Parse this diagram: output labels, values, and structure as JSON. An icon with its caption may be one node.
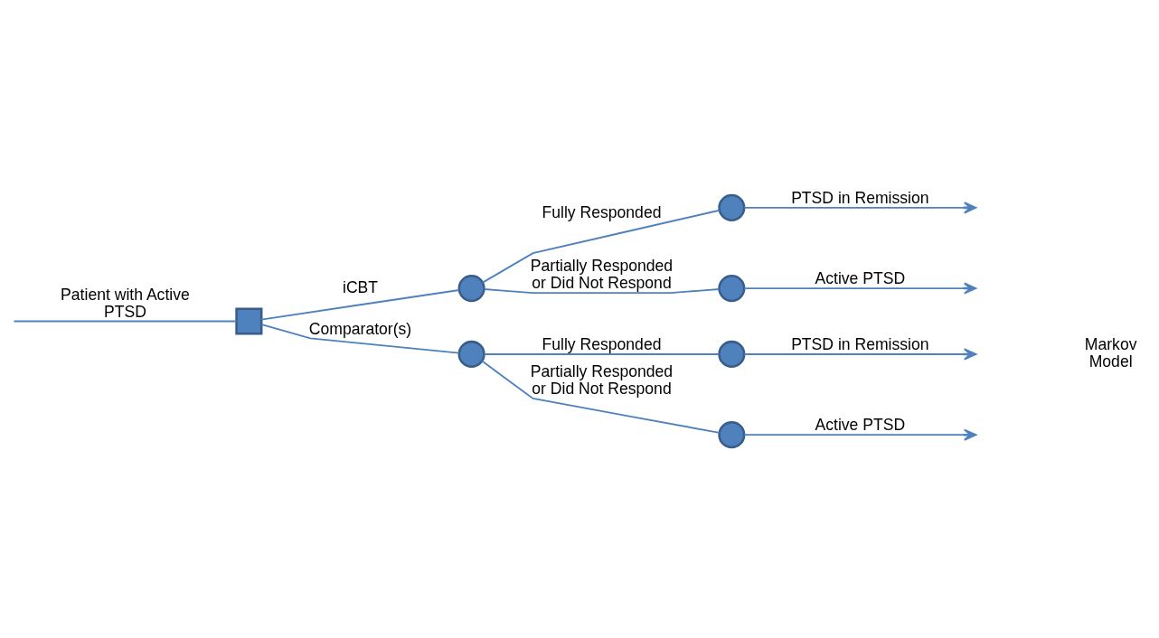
{
  "diagram": {
    "nodes": [
      {
        "text": [],
        "shape": "box"
      },
      {
        "text": [],
        "shape": "circle"
      },
      {
        "text": [],
        "shape": "circle"
      },
      {
        "text": [],
        "shape": "circle"
      },
      {
        "text": [],
        "shape": "circle"
      },
      {
        "text": [],
        "shape": "circle"
      },
      {
        "text": [],
        "shape": "circle"
      }
    ],
    "edges": [
      {
        "from": null,
        "to": 0,
        "arrow": "none",
        "label": "Patient with Active PTSD"
      },
      {
        "from": 0,
        "to": 1,
        "arrow": "none",
        "label": "iCBT"
      },
      {
        "from": 0,
        "to": 2,
        "arrow": "none",
        "label": "Comparator(s)"
      },
      {
        "from": 1,
        "to": 3,
        "arrow": "none",
        "label": "Fully Responded"
      },
      {
        "from": 1,
        "to": 4,
        "arrow": "none",
        "label": "Partially Responded or Did Not Respond"
      },
      {
        "from": 2,
        "to": 5,
        "arrow": "none",
        "label": "Fully Responded"
      },
      {
        "from": 2,
        "to": 6,
        "arrow": "none",
        "label": "Partially Responded or Did Not Respond"
      },
      {
        "from": 3,
        "to": null,
        "arrow": "to",
        "label": "PTSD in Remission"
      },
      {
        "from": 4,
        "to": null,
        "arrow": "to",
        "label": "Active PTSD"
      },
      {
        "from": 5,
        "to": null,
        "arrow": "to",
        "label": "PTSD in Remission"
      },
      {
        "from": 6,
        "to": null,
        "arrow": "to",
        "label": "Active PTSD"
      }
    ],
    "labels": [
      "Markov Model"
    ]
  }
}
